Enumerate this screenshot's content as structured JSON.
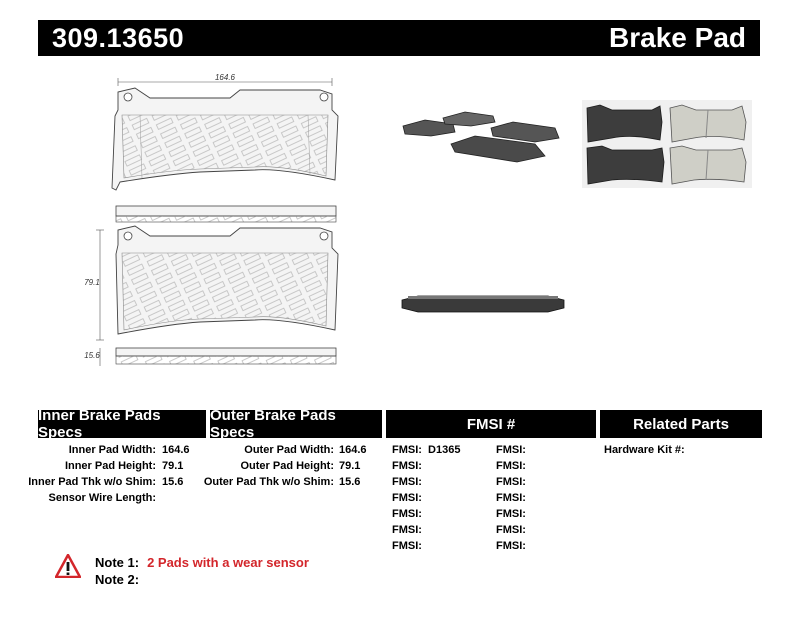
{
  "header": {
    "part_number": "309.13650",
    "category": "Brake Pad"
  },
  "drawing": {
    "width_dim": "164.6",
    "height_dim": "79.1",
    "thickness_dim": "15.6"
  },
  "sections": {
    "inner": "Inner Brake Pads Specs",
    "outer": "Outer Brake Pads Specs",
    "fmsi": "FMSI #",
    "related": "Related Parts"
  },
  "inner_specs": [
    {
      "label": "Inner Pad Width:",
      "value": "164.6"
    },
    {
      "label": "Inner Pad Height:",
      "value": "79.1"
    },
    {
      "label": "Inner Pad Thk w/o Shim:",
      "value": "15.6"
    },
    {
      "label": "Sensor Wire Length:",
      "value": ""
    }
  ],
  "outer_specs": [
    {
      "label": "Outer Pad Width:",
      "value": "164.6"
    },
    {
      "label": "Outer Pad Height:",
      "value": "79.1"
    },
    {
      "label": "Outer Pad Thk w/o Shim:",
      "value": "15.6"
    }
  ],
  "fmsi": {
    "label": "FMSI:",
    "col1": [
      "D1365",
      "",
      "",
      "",
      "",
      "",
      ""
    ],
    "col2": [
      "",
      "",
      "",
      "",
      "",
      "",
      ""
    ]
  },
  "related": {
    "hardware_label": "Hardware Kit #:",
    "hardware_value": ""
  },
  "notes": {
    "note1_label": "Note 1:",
    "note1_text": "2 Pads with a wear sensor",
    "note2_label": "Note 2:",
    "note2_text": ""
  },
  "colors": {
    "accent_red": "#d3262b",
    "header_bg": "#000000"
  },
  "icons": {
    "warning": "warning-triangle-icon"
  }
}
